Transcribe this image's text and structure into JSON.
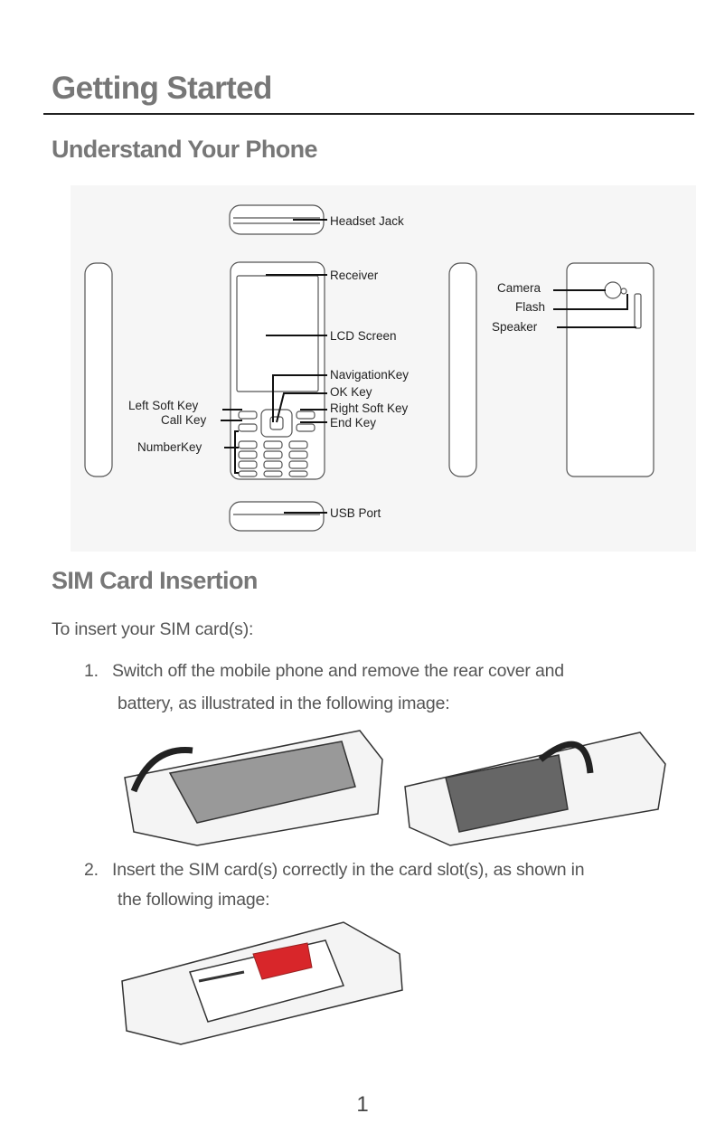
{
  "title": "Getting Started",
  "section1": {
    "heading": "Understand Your Phone",
    "labels": {
      "headset_jack": "Headset Jack",
      "receiver": "Receiver",
      "lcd_screen": "LCD Screen",
      "navigation_key": "NavigationKey",
      "ok_key": "OK Key",
      "left_soft_key": "Left Soft Key",
      "right_soft_key": "Right Soft Key",
      "call_key": "Call Key",
      "end_key": "End Key",
      "number_key": "NumberKey",
      "usb_port": "USB Port",
      "camera": "Camera",
      "flash": "Flash",
      "speaker": "Speaker"
    }
  },
  "section2": {
    "heading": "SIM Card Insertion",
    "intro": "To insert your SIM card(s):",
    "steps": [
      {
        "num": "1.",
        "line1": "Switch off the mobile phone and remove the rear cover and",
        "line2": "battery, as illustrated in the following image:"
      },
      {
        "num": "2.",
        "line1": "Insert the SIM card(s) correctly in the card slot(s), as shown in",
        "line2": "the following image:"
      }
    ]
  },
  "page_number": "1",
  "colors": {
    "heading": "#777777",
    "sim_card": "#d8262a"
  }
}
